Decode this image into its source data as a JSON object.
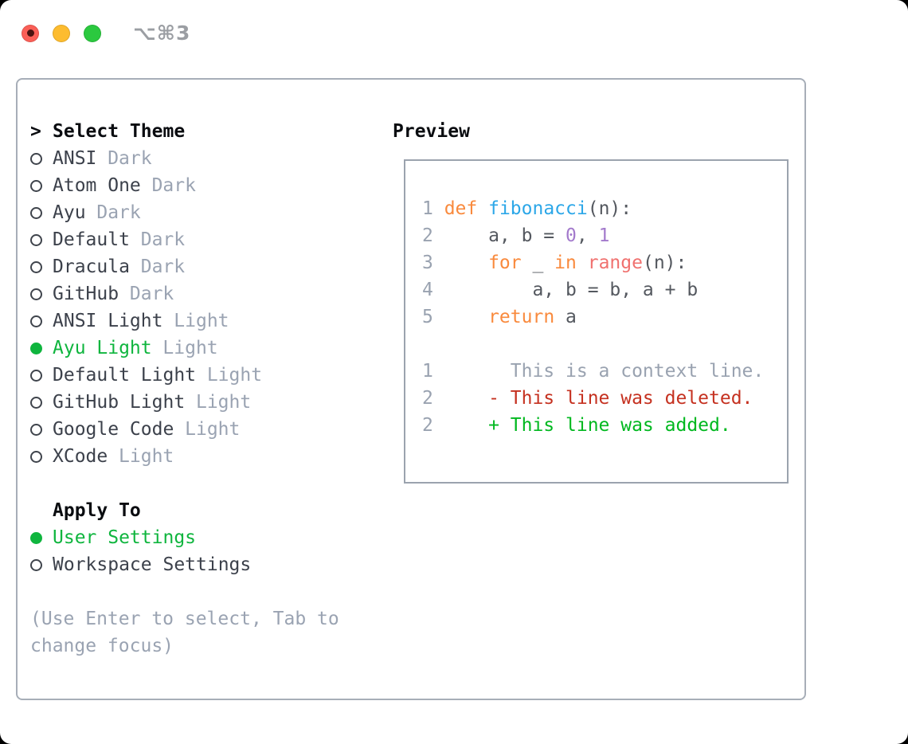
{
  "window": {
    "tab_title": "⌥⌘3",
    "controls": [
      {
        "name": "close",
        "color": "#fb5f57"
      },
      {
        "name": "minimize",
        "color": "#fdbc2f"
      },
      {
        "name": "zoom",
        "color": "#2bc93f"
      }
    ]
  },
  "theme_panel": {
    "prompt": ">",
    "title": "Select Theme",
    "themes": [
      {
        "name": "ANSI",
        "variant": "Dark",
        "selected": false
      },
      {
        "name": "Atom One",
        "variant": "Dark",
        "selected": false
      },
      {
        "name": "Ayu",
        "variant": "Dark",
        "selected": false
      },
      {
        "name": "Default",
        "variant": "Dark",
        "selected": false
      },
      {
        "name": "Dracula",
        "variant": "Dark",
        "selected": false
      },
      {
        "name": "GitHub",
        "variant": "Dark",
        "selected": false
      },
      {
        "name": "ANSI Light",
        "variant": "Light",
        "selected": false
      },
      {
        "name": "Ayu Light",
        "variant": "Light",
        "selected": true
      },
      {
        "name": "Default Light",
        "variant": "Light",
        "selected": false
      },
      {
        "name": "GitHub Light",
        "variant": "Light",
        "selected": false
      },
      {
        "name": "Google Code",
        "variant": "Light",
        "selected": false
      },
      {
        "name": "XCode",
        "variant": "Light",
        "selected": false
      }
    ],
    "apply_to": {
      "title": "Apply To",
      "options": [
        {
          "label": "User Settings",
          "selected": true
        },
        {
          "label": "Workspace Settings",
          "selected": false
        }
      ]
    },
    "hint": "(Use Enter to select, Tab to change focus)"
  },
  "preview": {
    "title": "Preview",
    "lines": [
      {
        "num": "1",
        "tokens": [
          [
            "kw",
            "def"
          ],
          [
            "pl",
            " "
          ],
          [
            "fn",
            "fibonacci"
          ],
          [
            "pl",
            "(n):"
          ]
        ]
      },
      {
        "num": "2",
        "tokens": [
          [
            "pl",
            "    a, b = "
          ],
          [
            "cn",
            "0"
          ],
          [
            "pl",
            ", "
          ],
          [
            "cn",
            "1"
          ]
        ]
      },
      {
        "num": "3",
        "tokens": [
          [
            "pl",
            "    "
          ],
          [
            "kw",
            "for"
          ],
          [
            "pl",
            " _ "
          ],
          [
            "kw",
            "in"
          ],
          [
            "pl",
            " "
          ],
          [
            "sp",
            "range"
          ],
          [
            "pl",
            "(n):"
          ]
        ]
      },
      {
        "num": "4",
        "tokens": [
          [
            "pl",
            "        a, b = b, a + b"
          ]
        ]
      },
      {
        "num": "5",
        "tokens": [
          [
            "pl",
            "    "
          ],
          [
            "kw",
            "return"
          ],
          [
            "pl",
            " a"
          ]
        ]
      },
      {
        "num": "",
        "tokens": []
      },
      {
        "num": "1",
        "tokens": [
          [
            "ctx",
            "      This is a context line."
          ]
        ]
      },
      {
        "num": "2",
        "tokens": [
          [
            "del",
            "    - This line was deleted."
          ]
        ]
      },
      {
        "num": "2",
        "tokens": [
          [
            "add",
            "    + This line was added."
          ]
        ]
      }
    ]
  },
  "colors": {
    "selection_green": "#0fb53e",
    "diff_added_green": "#00b81f",
    "diff_deleted_red": "#c53120",
    "keyword_orange": "#f98a3d",
    "function_blue": "#2ca7e8",
    "constant_purple": "#a37acc",
    "builtin_red": "#f0716f",
    "muted_gray": "#99a2b0",
    "panel_border": "#a7aeb8"
  }
}
